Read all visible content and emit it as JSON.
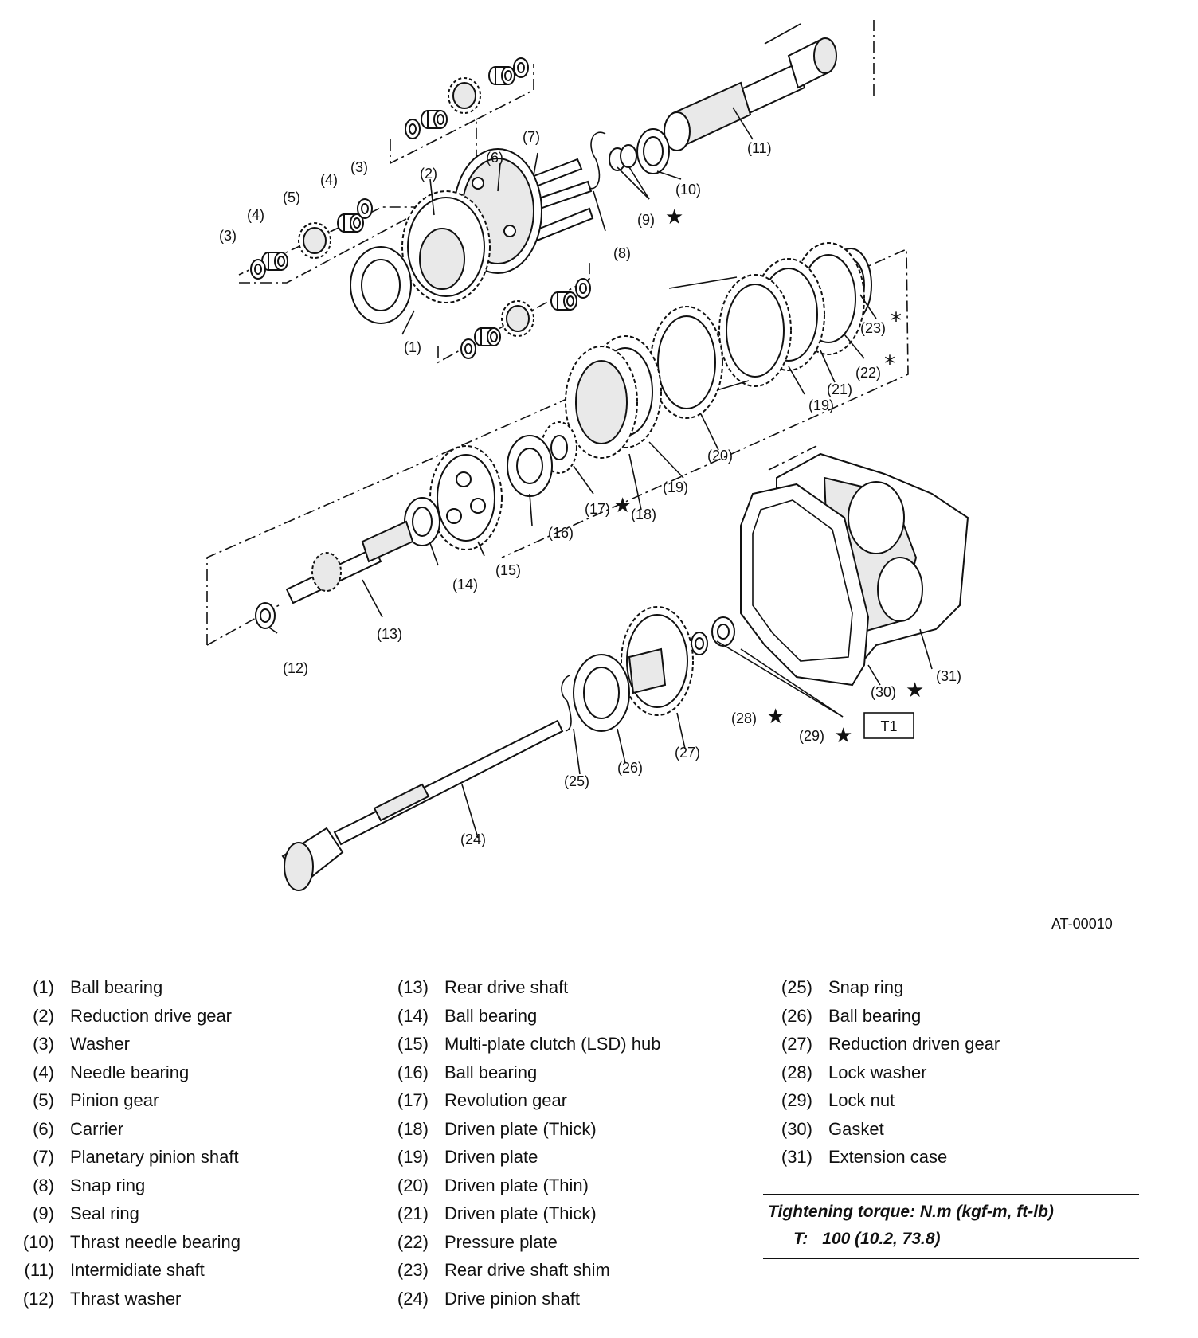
{
  "callouts": [
    "(1)",
    "(2)",
    "(3)",
    "(3)",
    "(4)",
    "(4)",
    "(5)",
    "(6)",
    "(7)",
    "(8)",
    "(9)",
    "(10)",
    "(11)",
    "(12)",
    "(13)",
    "(14)",
    "(15)",
    "(16)",
    "(17)",
    "(18)",
    "(19)",
    "(19)",
    "(20)",
    "(21)",
    "(22)",
    "(23)",
    "(24)",
    "(25)",
    "(26)",
    "(27)",
    "(28)",
    "(29)",
    "(30)",
    "(31)"
  ],
  "torque_box": "T1",
  "figure_ref": "AT-00010",
  "legend": {
    "col1": [
      {
        "num": "(1)",
        "name": "Ball bearing"
      },
      {
        "num": "(2)",
        "name": "Reduction drive gear"
      },
      {
        "num": "(3)",
        "name": "Washer"
      },
      {
        "num": "(4)",
        "name": "Needle bearing"
      },
      {
        "num": "(5)",
        "name": "Pinion gear"
      },
      {
        "num": "(6)",
        "name": "Carrier"
      },
      {
        "num": "(7)",
        "name": "Planetary pinion shaft"
      },
      {
        "num": "(8)",
        "name": "Snap ring"
      },
      {
        "num": "(9)",
        "name": "Seal ring"
      },
      {
        "num": "(10)",
        "name": "Thrast needle bearing"
      },
      {
        "num": "(11)",
        "name": "Intermidiate shaft"
      },
      {
        "num": "(12)",
        "name": "Thrast washer"
      }
    ],
    "col2": [
      {
        "num": "(13)",
        "name": "Rear drive shaft"
      },
      {
        "num": "(14)",
        "name": "Ball bearing"
      },
      {
        "num": "(15)",
        "name": "Multi-plate clutch (LSD) hub"
      },
      {
        "num": "(16)",
        "name": "Ball bearing"
      },
      {
        "num": "(17)",
        "name": "Revolution gear"
      },
      {
        "num": "(18)",
        "name": "Driven plate (Thick)"
      },
      {
        "num": "(19)",
        "name": "Driven plate"
      },
      {
        "num": "(20)",
        "name": "Driven plate (Thin)"
      },
      {
        "num": "(21)",
        "name": "Driven plate (Thick)"
      },
      {
        "num": "(22)",
        "name": "Pressure plate"
      },
      {
        "num": "(23)",
        "name": "Rear drive shaft shim"
      },
      {
        "num": "(24)",
        "name": "Drive pinion shaft"
      }
    ],
    "col3": [
      {
        "num": "(25)",
        "name": "Snap ring"
      },
      {
        "num": "(26)",
        "name": "Ball bearing"
      },
      {
        "num": "(27)",
        "name": "Reduction driven gear"
      },
      {
        "num": "(28)",
        "name": "Lock washer"
      },
      {
        "num": "(29)",
        "name": "Lock nut"
      },
      {
        "num": "(30)",
        "name": "Gasket"
      },
      {
        "num": "(31)",
        "name": "Extension case"
      }
    ]
  },
  "torque": {
    "heading": "Tightening torque: N.m (kgf-m, ft-lb)",
    "label": "T:",
    "value": "100 (10.2, 73.8)"
  }
}
